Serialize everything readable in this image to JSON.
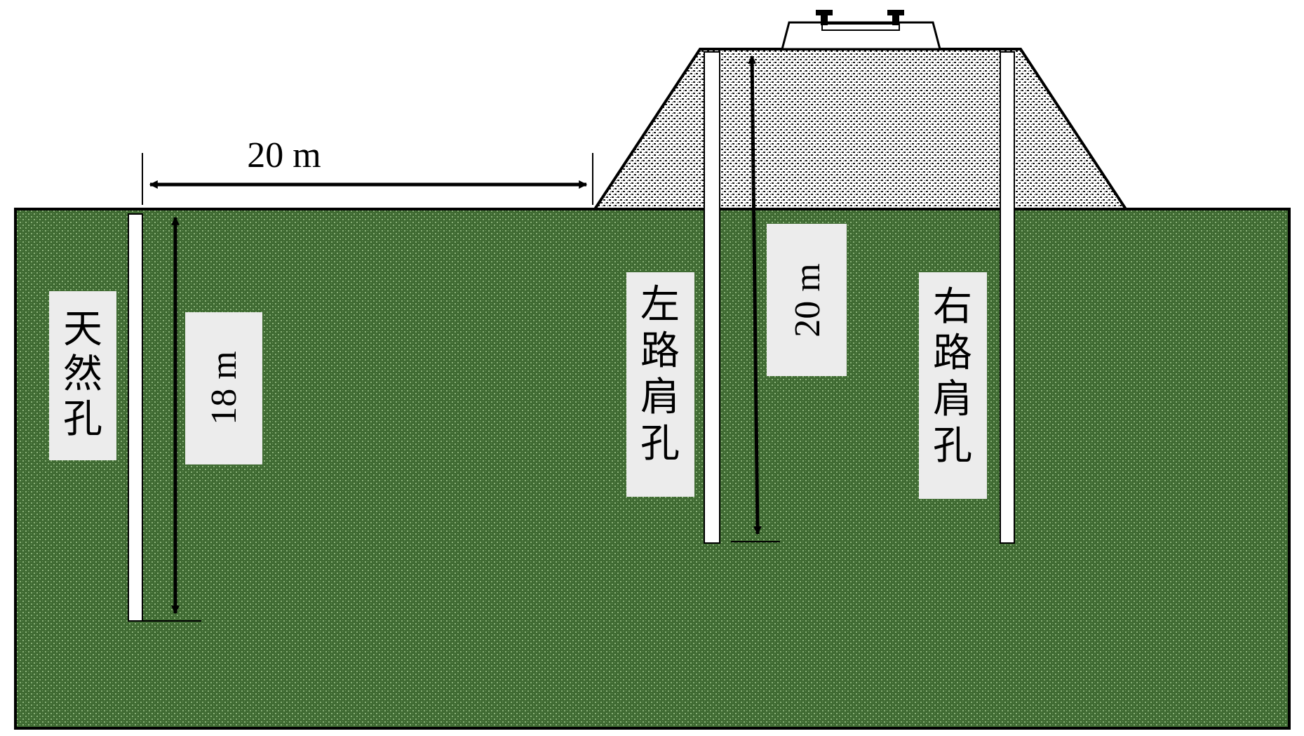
{
  "labels": {
    "top_distance": "20 m",
    "natural_depth": "18 m",
    "shoulder_depth": "20 m",
    "natural_hole": "天然孔",
    "left_shoulder_hole": "左路肩孔",
    "right_shoulder_hole": "右路肩孔"
  },
  "colors": {
    "ground": "#3f6a32",
    "ground_speckle": "#8bb27a",
    "embankment": "#ffffff",
    "embankment_dots": "#111111",
    "hole": "#ffffff",
    "label_box": "#ececec",
    "line": "#000000"
  }
}
